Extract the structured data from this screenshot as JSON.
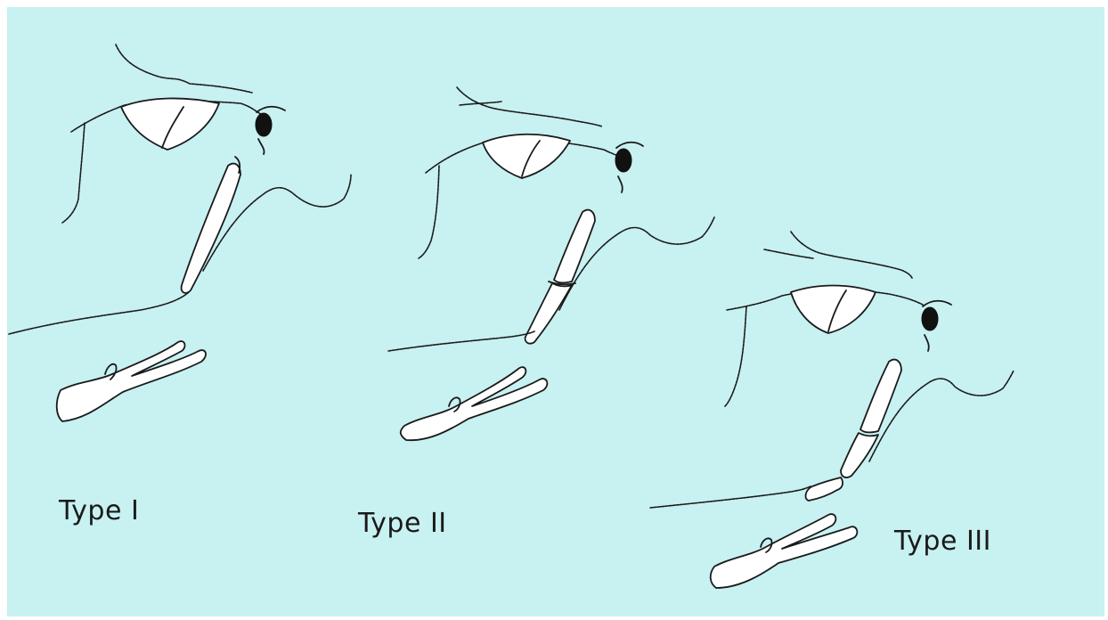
{
  "panels": [
    {
      "label": "Type I"
    },
    {
      "label": "Type II"
    },
    {
      "label": "Type III"
    }
  ],
  "colors": {
    "background": "#c8f1f1",
    "ink": "#1a1a1a",
    "fill": "#ffffff"
  }
}
